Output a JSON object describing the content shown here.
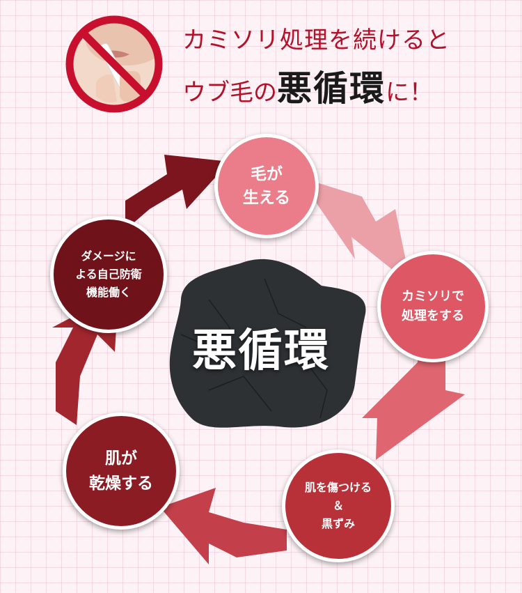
{
  "header": {
    "line1": "カミソリ処理を続けると",
    "line2_prefix": "ウブ毛の",
    "line2_big": "悪循環",
    "line2_suffix": "に！"
  },
  "cycle": {
    "center": "悪循環",
    "steps": [
      "毛が\n生える",
      "カミソリで\n処理をする",
      "肌を傷つける\n＆\n黒ずみ",
      "肌が\n乾燥する",
      "ダメージに\nよる自己防衛\n機能働く"
    ]
  },
  "colors": {
    "accent_red": "#b3112a",
    "step1": "#ea7d89",
    "step2": "#dd5864",
    "step3": "#b83038",
    "step4": "#8c1c24",
    "step5": "#6f1219"
  },
  "icons": {
    "badge": "no-shaving-icon"
  }
}
